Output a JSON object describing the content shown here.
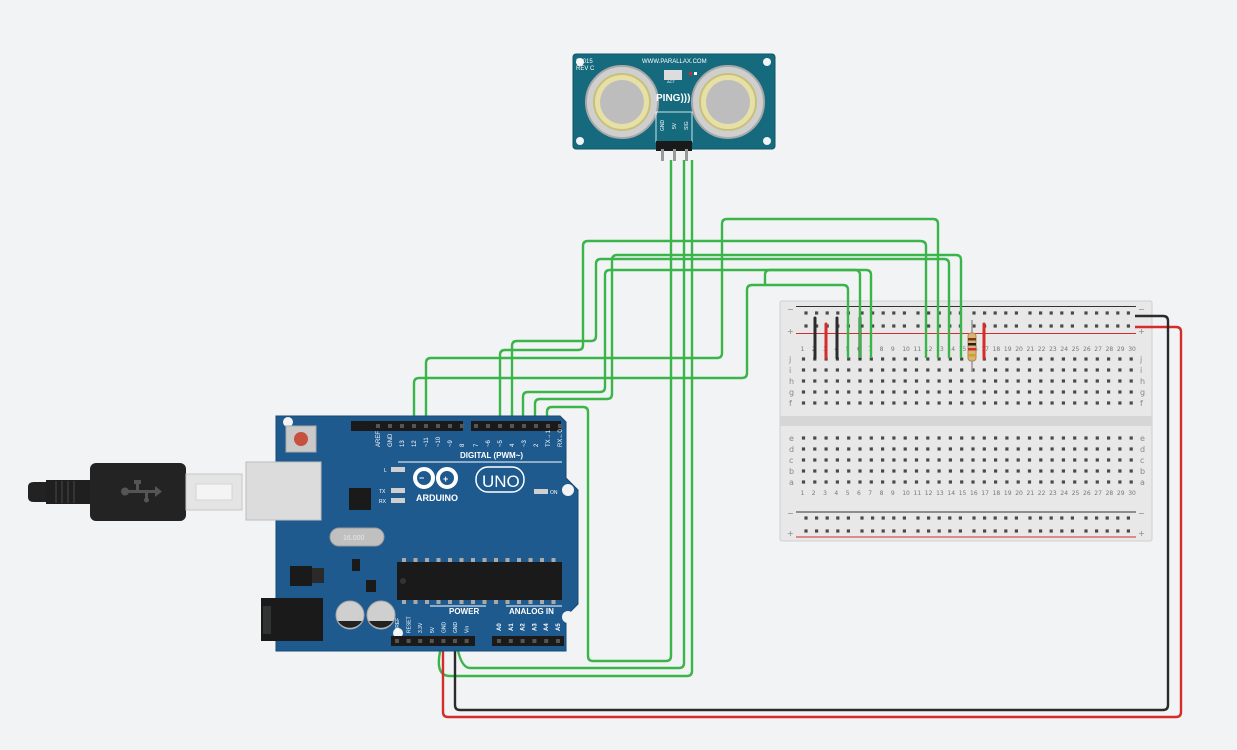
{
  "ping_sensor": {
    "model": "28015",
    "revision": "REV C",
    "website": "WWW.PARALLAX.COM",
    "name": "PING)))",
    "act_label": "ACT",
    "pins": [
      "GND",
      "5V",
      "SIG"
    ]
  },
  "arduino": {
    "brand": "ARDUINO",
    "model": "UNO",
    "digital_header_label": "DIGITAL (PWM~)",
    "digital_pins_left": [
      "AREF",
      "GND",
      "13",
      "12",
      "~11",
      "~10",
      "~9",
      "8"
    ],
    "digital_pins_right": [
      "7",
      "~6",
      "~5",
      "4",
      "~3",
      "2",
      "TX→1",
      "RX←0"
    ],
    "power_label": "POWER",
    "power_pins": [
      "IOREF",
      "RESET",
      "3.3V",
      "5V",
      "GND",
      "GND",
      "Vin"
    ],
    "analog_label": "ANALOG IN",
    "analog_pins": [
      "A0",
      "A1",
      "A2",
      "A3",
      "A4",
      "A5"
    ],
    "led_labels": [
      "L",
      "TX",
      "RX"
    ],
    "on_label": "ON",
    "crystal_label": "16.000"
  },
  "breadboard": {
    "columns": [
      "1",
      "2",
      "3",
      "4",
      "5",
      "6",
      "7",
      "8",
      "9",
      "10",
      "11",
      "12",
      "13",
      "14",
      "15",
      "16",
      "17",
      "18",
      "19",
      "20",
      "21",
      "22",
      "23",
      "24",
      "25",
      "26",
      "27",
      "28",
      "29",
      "30"
    ],
    "rows_top": [
      "j",
      "i",
      "h",
      "g",
      "f"
    ],
    "rows_bottom": [
      "e",
      "d",
      "c",
      "b",
      "a"
    ],
    "rail_minus": "−",
    "rail_plus": "+"
  },
  "colors": {
    "board_blue": "#1e5a8e",
    "sensor_teal": "#156a7e",
    "wire_green": "#3ab54a",
    "wire_red": "#d62b2b",
    "wire_black": "#2b2b2b",
    "breadboard_bg": "#e6e6e6"
  }
}
